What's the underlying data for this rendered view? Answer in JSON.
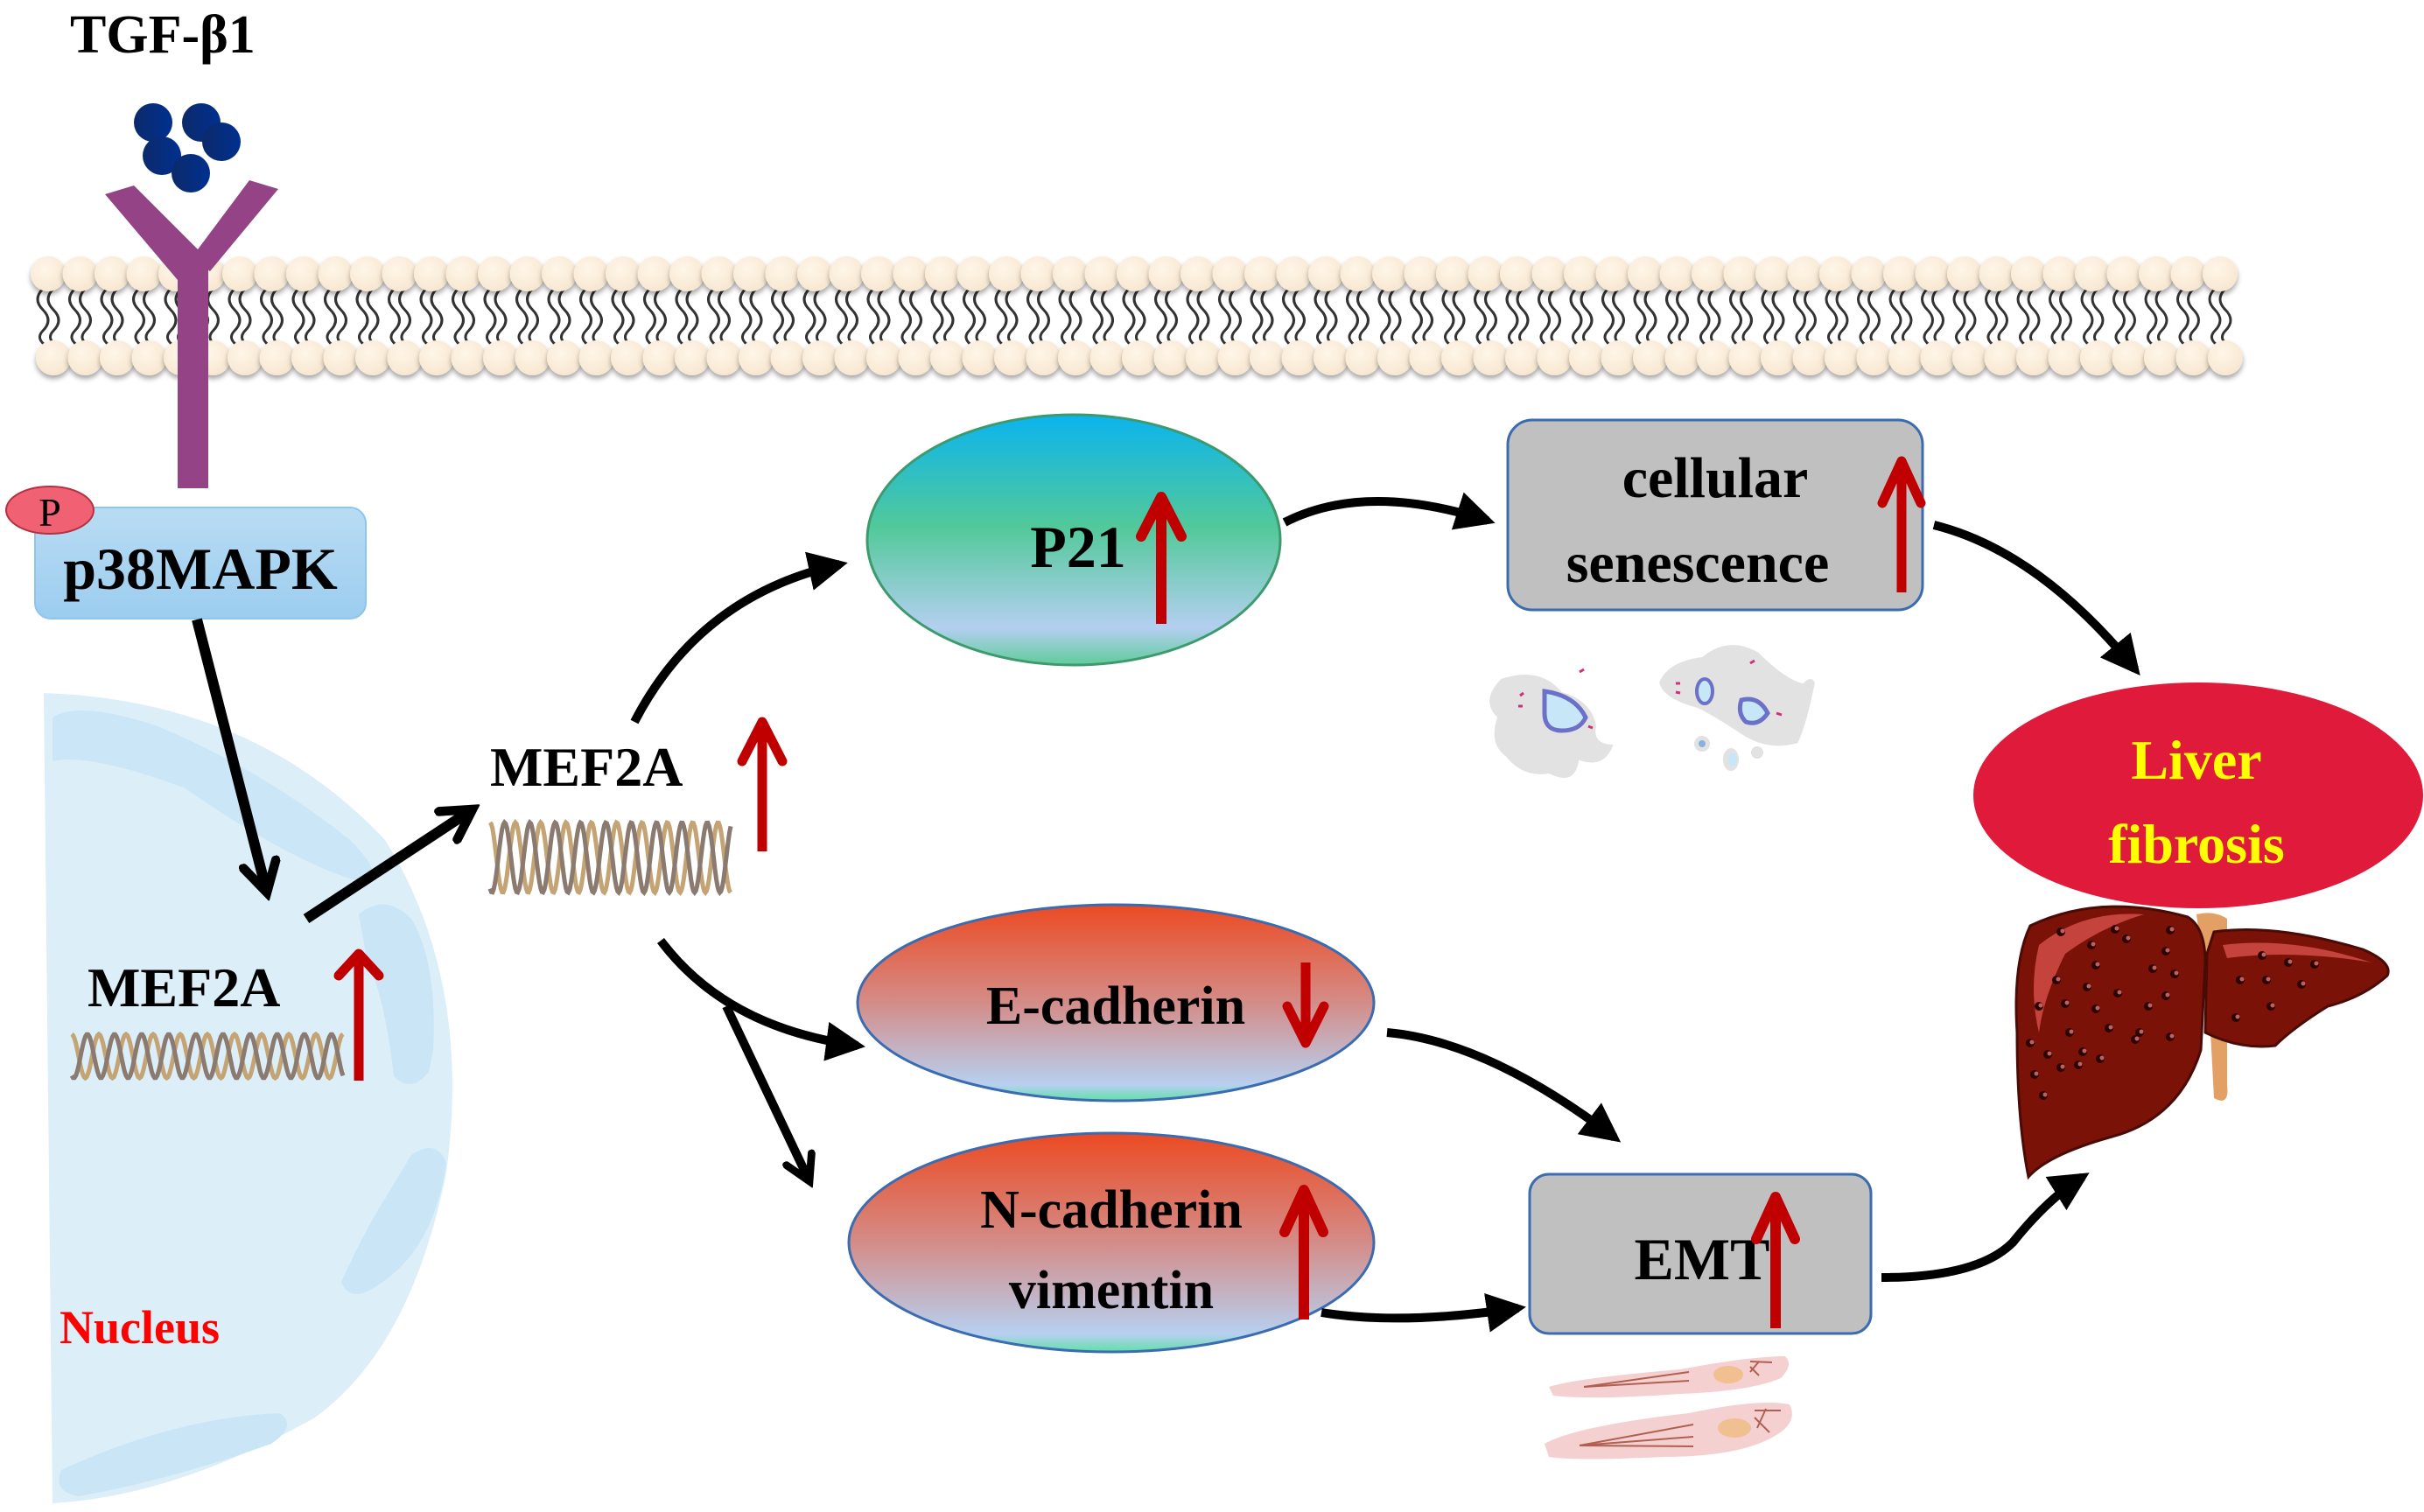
{
  "ligand": {
    "label": "TGF-β1",
    "icon": "ligand-molecules-icon"
  },
  "receptor": {
    "icon": "receptor-icon"
  },
  "membrane": {
    "icon": "lipid-bilayer-icon"
  },
  "kinase": {
    "label": "p38MAPK",
    "phospho_label": "P"
  },
  "nucleus": {
    "label": "Nucleus",
    "gene_label": "MEF2A",
    "gene_change": "up"
  },
  "cytoplasm_gene": {
    "label": "MEF2A",
    "change": "up"
  },
  "nodes": {
    "p21": {
      "label": "P21",
      "change": "up"
    },
    "senescence": {
      "line1": "cellular",
      "line2": "senescence",
      "change": "up"
    },
    "ecadherin": {
      "label": "E-cadherin",
      "change": "down"
    },
    "ncadherin": {
      "line1": "N-cadherin",
      "line2": "vimentin",
      "change": "up"
    },
    "emt": {
      "label": "EMT",
      "change": "up"
    },
    "fibrosis": {
      "line1": "Liver",
      "line2": "fibrosis"
    }
  },
  "colors": {
    "up_arrow": "#c00000",
    "receptor": "#944486",
    "ligand": "#0a2b80",
    "kinase_box": "#a9d4f0",
    "nucleus": "#dceef8",
    "fibrosis_fill": "#e01a3a",
    "fibrosis_text": "#ffff00",
    "nucleus_text": "#ff0000",
    "gray_box": "#c0c0c0"
  }
}
